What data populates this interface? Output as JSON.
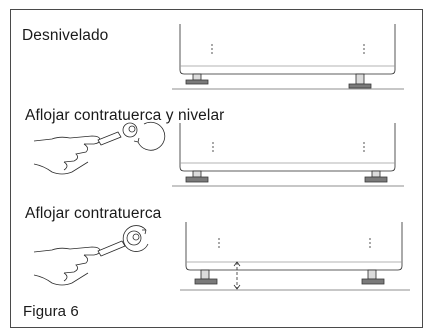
{
  "step1": {
    "label": "Desnivelado"
  },
  "step2": {
    "label": "Aflojar contratuerca y nivelar"
  },
  "step3": {
    "label": "Aflojar contratuerca"
  },
  "caption": "Figura 6"
}
